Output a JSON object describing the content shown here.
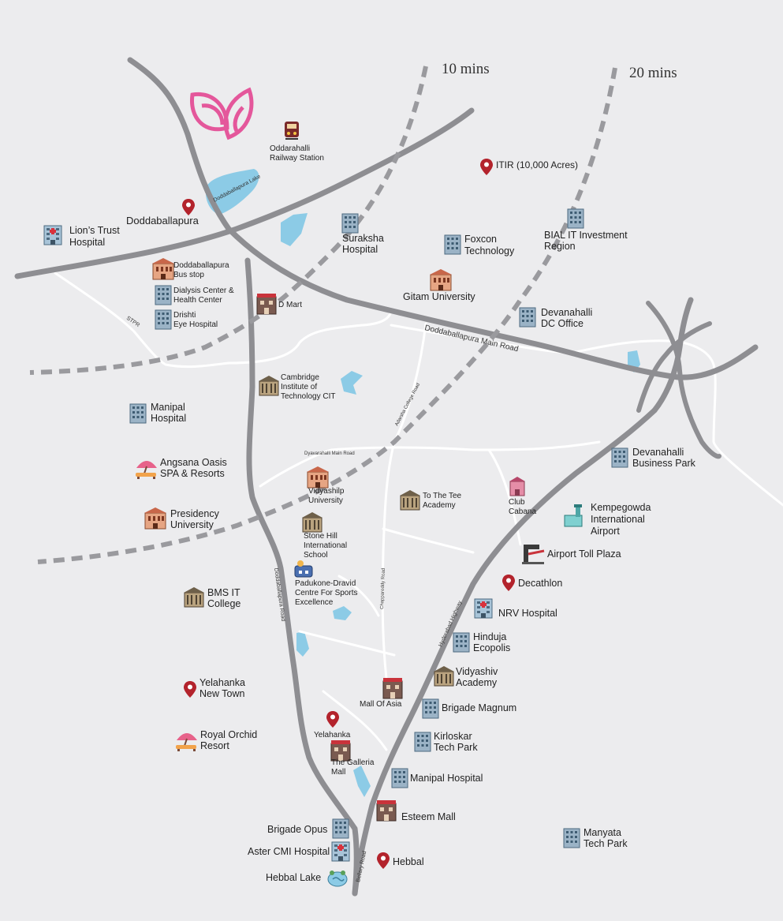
{
  "ring_labels": {
    "r10": "10 mins",
    "r20": "20 mins"
  },
  "roads": {
    "doddaballapura_main": "Doddaballapura Main Road",
    "stpr": "STPR",
    "adarsha_college": "Adarsha College Road",
    "dyavarahalli": "Dyavarahalli Main Road",
    "chappareddy": "Chappareddy Road",
    "hyderabad_highway": "Hyderabad Highway",
    "doddaballapura_road": "Doddaballapura Road",
    "bellary": "Bellary Road"
  },
  "lake_label": "Doddaballapura Lake",
  "places": {
    "oddarahalli": [
      "Oddarahalli",
      "Railway Station"
    ],
    "itir": "ITIR (10,000 Acres)",
    "doddaballapura": "Doddaballapura",
    "lions": [
      "Lion’s Trust",
      "Hospital"
    ],
    "suraksha": [
      "Suraksha",
      "Hospital"
    ],
    "foxcon": [
      "Foxcon",
      "Technology"
    ],
    "bial": [
      "BIAL IT Investment",
      "Region"
    ],
    "dbp_bus": [
      "Doddaballapura",
      "Bus stop"
    ],
    "dialysis": [
      "Dialysis Center &",
      "Health Center"
    ],
    "drishti": [
      "Drishti",
      "Eye Hospital"
    ],
    "dmart": "D Mart",
    "gitam": "Gitam University",
    "devanahalli_dc": [
      "Devanahalli",
      "DC Office"
    ],
    "cambridge": [
      "Cambridge",
      "Institute of",
      "Technology CIT"
    ],
    "manipal1": [
      "Manipal",
      "Hospital"
    ],
    "angsana": [
      "Angsana Oasis",
      "SPA & Resorts"
    ],
    "dev_business": [
      "Devanahalli",
      "Business Park"
    ],
    "vidyashilp": [
      "Vidyashilp",
      "University"
    ],
    "tothetee": [
      "To The Tee",
      "Academy"
    ],
    "clubcabana": [
      "Club",
      "Cabana"
    ],
    "kempegowda": [
      "Kempegowda",
      "International",
      "Airport"
    ],
    "presidency": [
      "Presidency",
      "University"
    ],
    "stonehill": [
      "Stone Hill",
      "International",
      "School"
    ],
    "airport_toll": "Airport Toll Plaza",
    "padukone": [
      "Padukone-Dravid",
      "Centre For Sports",
      "Excellence"
    ],
    "decathlon": "Decathlon",
    "bms": [
      "BMS IT",
      "College"
    ],
    "nrv": "NRV Hospital",
    "hinduja": [
      "Hinduja",
      "Ecopolis"
    ],
    "yelahanka_nt": [
      "Yelahanka",
      "New Town"
    ],
    "vidyashiv": [
      "Vidyashiv",
      "Academy"
    ],
    "mall_of_asia": "Mall Of Asia",
    "brigade_magnum": "Brigade Magnum",
    "royal_orchid": [
      "Royal Orchid",
      "Resort"
    ],
    "yelahanka": "Yelahanka",
    "kirloskar": [
      "Kirloskar",
      "Tech Park"
    ],
    "galleria": [
      "The Galleria",
      "Mall"
    ],
    "manipal2": "Manipal Hospital",
    "esteem": "Esteem Mall",
    "brigade_opus": "Brigade Opus",
    "manyata": [
      "Manyata",
      "Tech Park"
    ],
    "aster": "Aster CMI Hospital",
    "hebbal": "Hebbal",
    "hebbal_lake": "Hebbal Lake"
  },
  "colors": {
    "background": "#ececee",
    "major_road": "#8e8e92",
    "minor_road": "#ffffff",
    "ring_dash": "#9a9a9e",
    "water": "#8ccbe6",
    "pin": "#b3232c",
    "logo": "#e4579b"
  },
  "icons": [
    "logo-icon",
    "train-icon",
    "hospital-icon",
    "building-icon",
    "school-icon",
    "pin-icon",
    "resort-icon",
    "mall-icon",
    "toll-icon",
    "airport-icon",
    "lake-icon"
  ]
}
